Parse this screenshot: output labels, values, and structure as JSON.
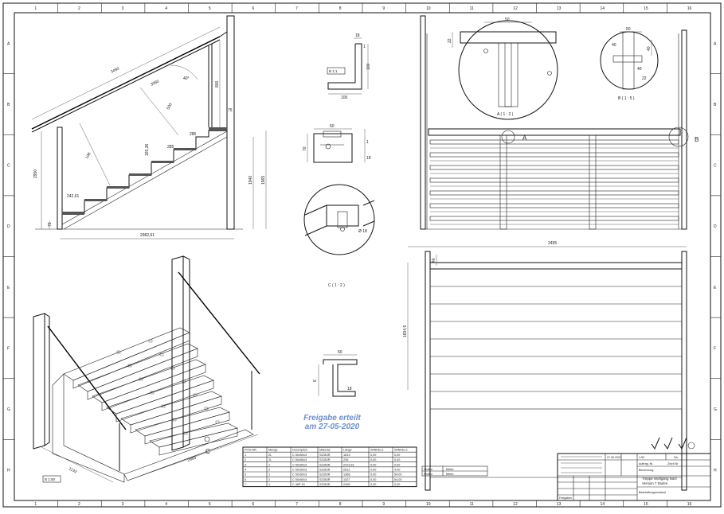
{
  "border": {
    "columns": [
      "1",
      "2",
      "3",
      "4",
      "5",
      "6",
      "7",
      "8",
      "9",
      "10",
      "11",
      "12",
      "13",
      "14",
      "15",
      "16"
    ],
    "rows": [
      "A",
      "B",
      "C",
      "D",
      "E",
      "F",
      "G",
      "H"
    ]
  },
  "side_view": {
    "dims": [
      "3450",
      "3050",
      "2982,61",
      "2950",
      "1940",
      "1965",
      "800",
      "500",
      "242,61",
      "285",
      "285",
      "165,36",
      "108",
      "75",
      "75",
      "40°"
    ]
  },
  "profile_top": {
    "label": "B 1:1",
    "dims": [
      "100",
      "100",
      "18",
      "1"
    ]
  },
  "profile_mid": {
    "dims": [
      "50",
      "70",
      "1",
      "18"
    ]
  },
  "detail_c": {
    "label": "C ( 1 : 2 )",
    "dims": [
      "Ø 18"
    ]
  },
  "front_view": {
    "detail_a_label": "A ( 1 : 2 )",
    "detail_b_label": "B ( 1 : 5 )",
    "marker_a": "A",
    "marker_b": "B",
    "dims": [
      "50",
      "50",
      "22",
      "40",
      "40",
      "22",
      "40"
    ]
  },
  "plan_view": {
    "dims": [
      "2495",
      "40",
      "1834,5"
    ]
  },
  "profile_bottom": {
    "dims": [
      "50",
      "8",
      "18"
    ]
  },
  "iso_view": {
    "dims": [
      "1132",
      "2950"
    ],
    "label": "B 1:50",
    "marker_c": "C"
  },
  "stamp": {
    "line1": "Freigabe erteilt",
    "line2": "am 27-05-2020"
  },
  "parts_table": {
    "headers": [
      "POS-NR.",
      "Menge",
      "Description",
      "Material",
      "Länge",
      "WINKEL1",
      "WINKEL2"
    ],
    "rows": [
      [
        "1",
        "2L",
        "C 50x50x3",
        "S235JR",
        "1813",
        "0,00",
        "0,00"
      ],
      [
        "2",
        "2L",
        "C 50x50x3",
        "S235JR",
        "226",
        "0,00",
        "0,00"
      ],
      [
        "3",
        "1",
        "C 50x50x3",
        "S235JR",
        "2413,61",
        "0,00",
        "0,00"
      ],
      [
        "4",
        "2",
        "C 50x50x3",
        "S235JR",
        "2512",
        "0,00",
        "4,00"
      ],
      [
        "5",
        "1",
        "C 50x50x3",
        "S235JR",
        "1368",
        "0,00",
        "54,00"
      ],
      [
        "6",
        "2",
        "C 50x50x3",
        "S235JR",
        "1327",
        "0,00",
        "54,00"
      ],
      [
        "7",
        "1",
        "C 46P 20",
        "S235JR",
        "2495",
        "0,00",
        "0,00"
      ]
    ]
  },
  "side_table": {
    "rows": [
      [
        "Stufen",
        "Meter"
      ],
      [
        "Stufen",
        "Meter"
      ]
    ]
  },
  "title_block": {
    "scale": "1:50",
    "material": "Div.",
    "sheet": "Zeich.Nr",
    "order": "Auftrag. Nr.",
    "description_label": "Benennung",
    "title1": "Treppe Wolfgang Nurz",
    "title2": "Version 7 Stufen",
    "doc_label": "Bearbeitungszustand",
    "dates": "27.05.2020",
    "approval": "Freigaben"
  }
}
